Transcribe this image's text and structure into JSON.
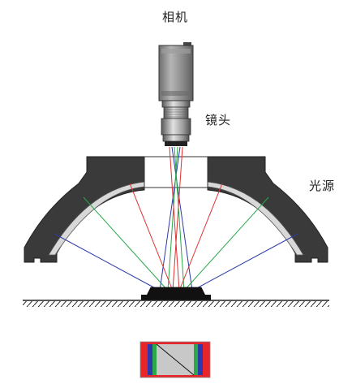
{
  "labels": {
    "camera": "相机",
    "lens": "镜头",
    "light_source": "光源"
  },
  "colors": {
    "housing": "#3a3a3a",
    "diffuser": "#d8d8d8",
    "camera_body": "#8e8e8e",
    "ray_red": "#e03030",
    "ray_green": "#2aa84a",
    "ray_blue": "#2b3aa8",
    "sample_bg": "#e8262a"
  },
  "icons": [
    "camera-icon",
    "lens-icon",
    "dome-light-icon",
    "sample-object-icon",
    "captured-image-icon"
  ]
}
